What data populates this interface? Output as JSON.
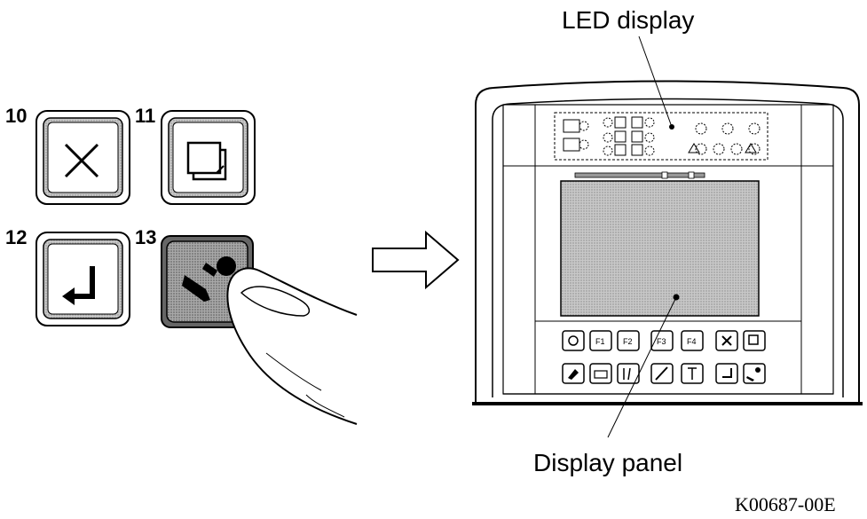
{
  "diagram": {
    "left_keys": [
      {
        "number": "10",
        "icon": "close-x-icon"
      },
      {
        "number": "11",
        "icon": "copy-pages-icon"
      },
      {
        "number": "12",
        "icon": "enter-return-icon"
      },
      {
        "number": "13",
        "icon": "operator-icon"
      }
    ],
    "labels": {
      "led_display": "LED display",
      "display_panel": "Display panel"
    },
    "function_keys": [
      "F1",
      "F2",
      "F3",
      "F4"
    ],
    "figure_code": "K00687-00E",
    "colors": {
      "line": "#000000",
      "screen_fill": "#b8b8b8",
      "pressed_key_fill": "#9a9a9a",
      "background": "#ffffff"
    }
  }
}
